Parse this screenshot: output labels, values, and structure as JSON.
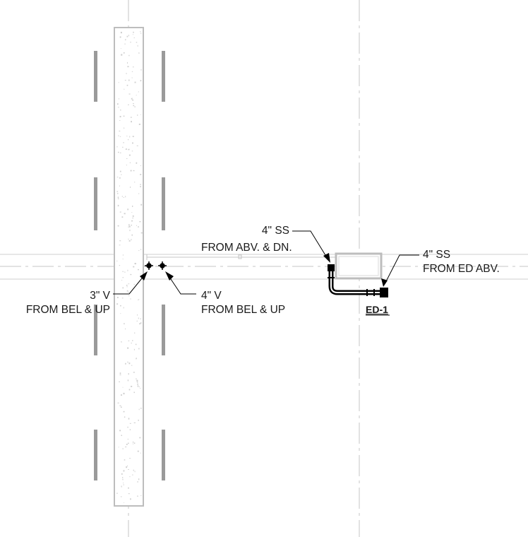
{
  "annotations": {
    "ss_above": {
      "line1": "4\" SS",
      "line2": "FROM ABV. & DN."
    },
    "vent_3": {
      "line1": "3\" V",
      "line2": "FROM BEL & UP"
    },
    "vent_4": {
      "line1": "4\" V",
      "line2": "FROM BEL & UP"
    },
    "ss_drain": {
      "line1": "4\" SS",
      "line2": "FROM ED ABV."
    },
    "equipment_tag": "ED-1"
  },
  "colors": {
    "linework": "#000000",
    "gridline": "#bdbdbd",
    "wall_outline": "#bdbdbd",
    "hatch": "#cfcfcf",
    "column_bar": "#9a9a9a"
  }
}
